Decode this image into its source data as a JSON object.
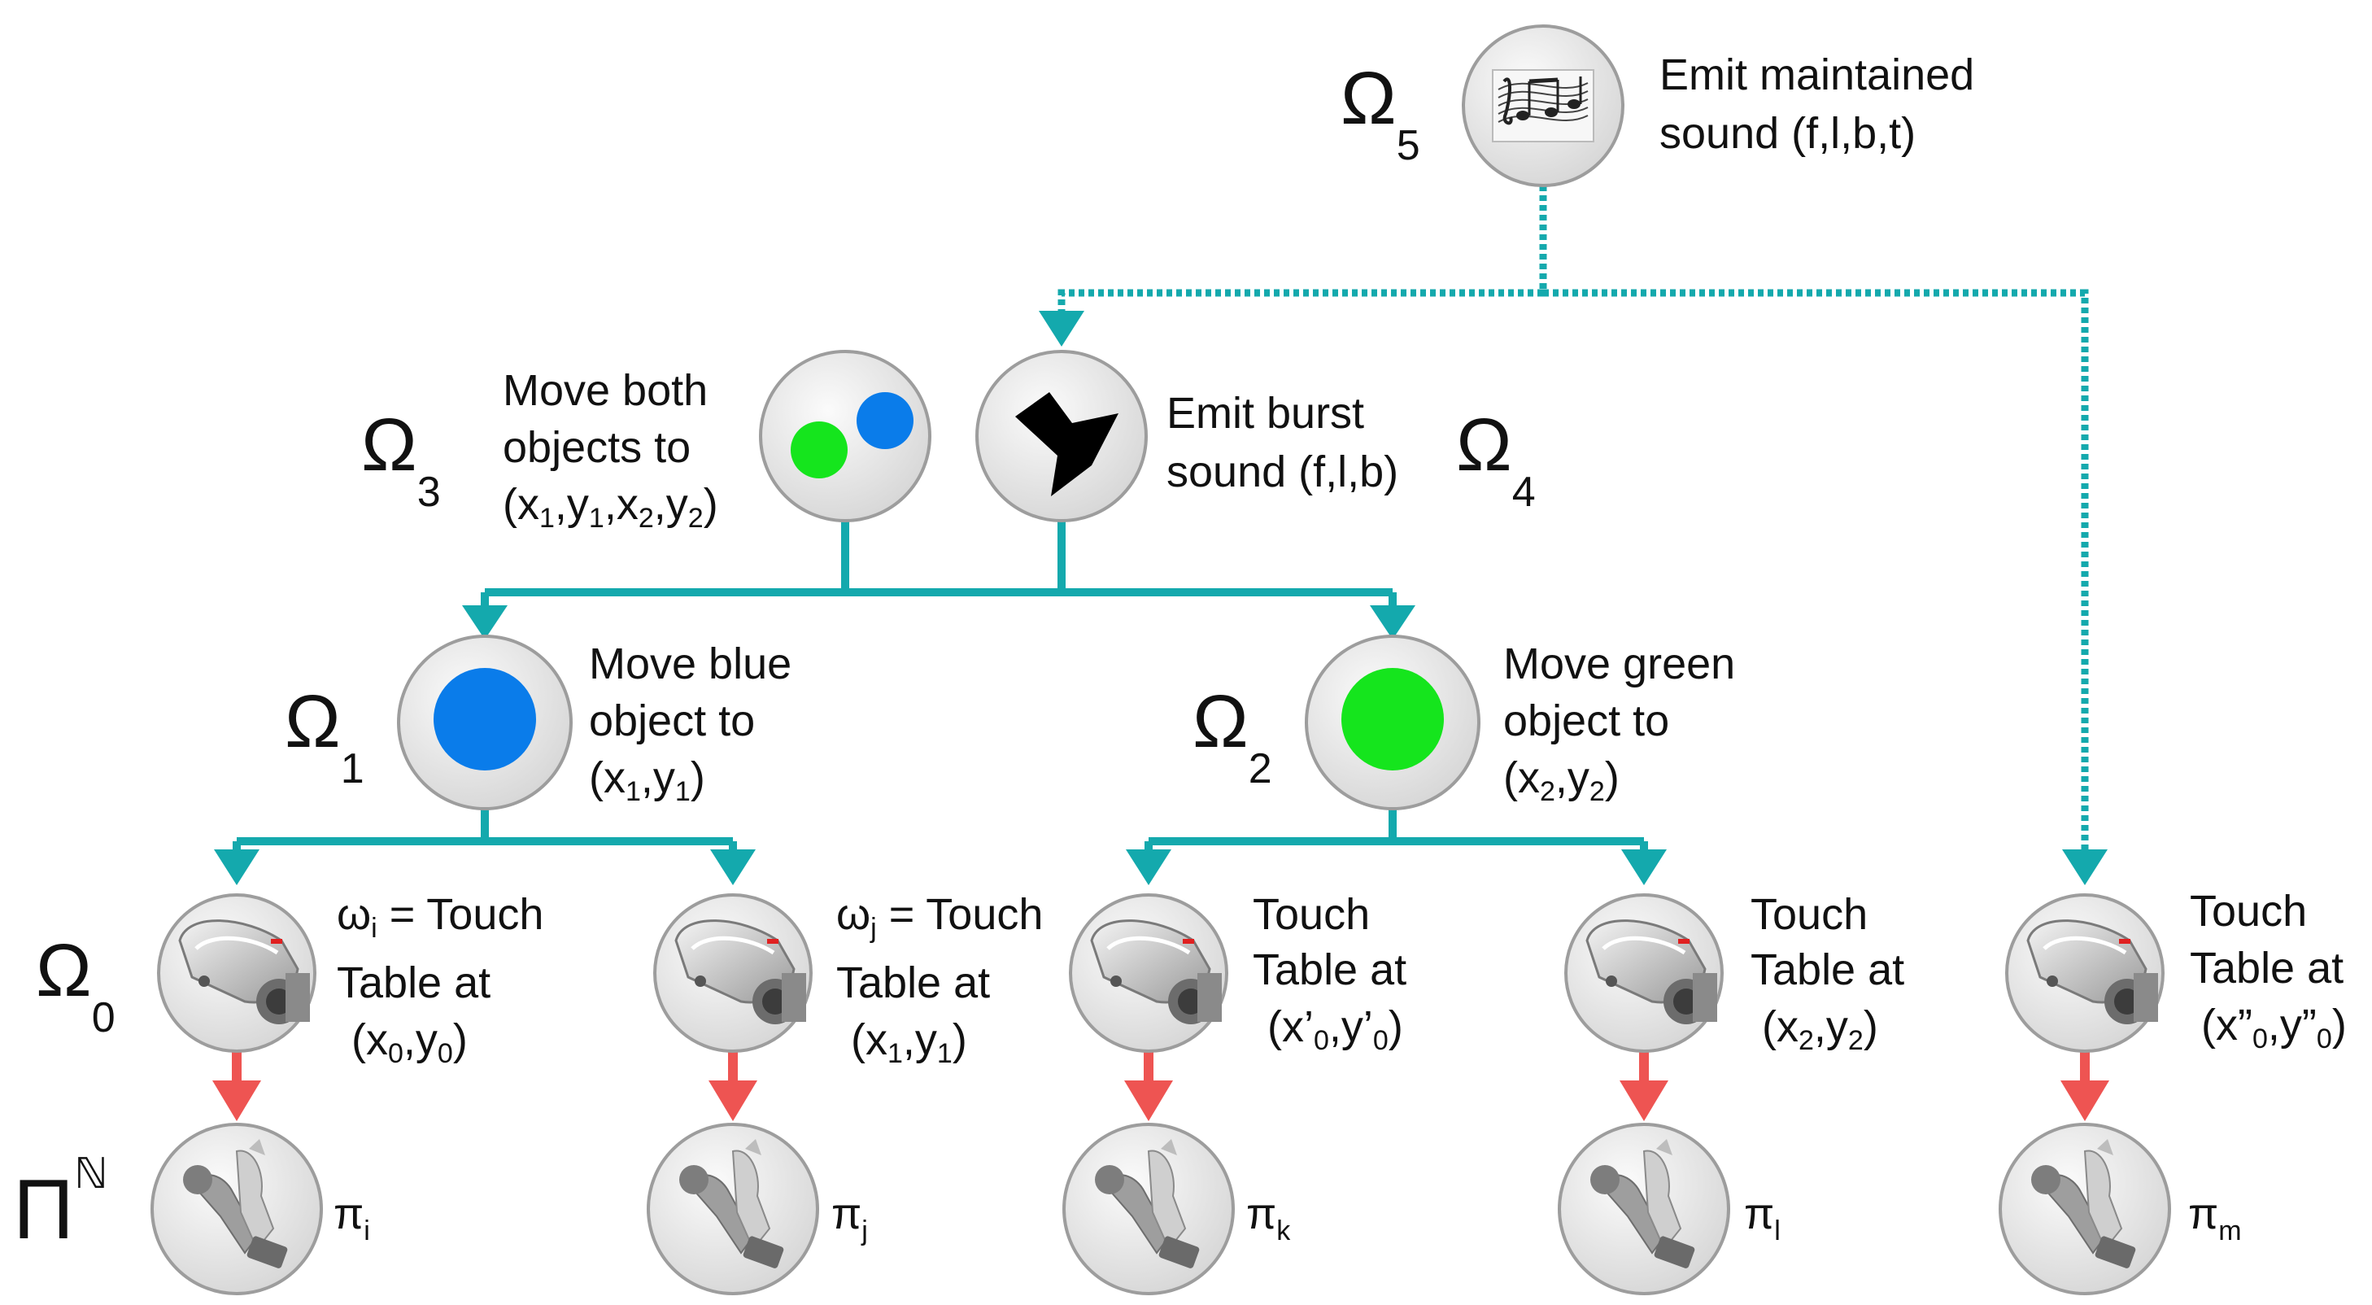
{
  "colors": {
    "teal": "#14a9ad",
    "red": "#ee5452",
    "blue_object": "#0a7cea",
    "green_object": "#15e51d",
    "circle_fill": "#ececec",
    "circle_stroke": "#9d9d9d"
  },
  "levels": {
    "omega5": {
      "symbol": "Ω",
      "sub": "5"
    },
    "omega4": {
      "symbol": "Ω",
      "sub": "4"
    },
    "omega3": {
      "symbol": "Ω",
      "sub": "3"
    },
    "omega2": {
      "symbol": "Ω",
      "sub": "2"
    },
    "omega1": {
      "symbol": "Ω",
      "sub": "1"
    },
    "omega0": {
      "symbol": "Ω",
      "sub": "0"
    },
    "pi": {
      "symbol": "Π",
      "sup": "ℕ"
    }
  },
  "nodes": {
    "sound_maintained": {
      "icon": "music-notes-icon",
      "line1": "Emit maintained",
      "line2": "sound (f,l,b,t)"
    },
    "sound_burst": {
      "icon": "burst-star-icon",
      "line1": "Emit burst",
      "line2": "sound (f,l,b)"
    },
    "move_both": {
      "icon": "two-balls-icon",
      "line1": "Move both",
      "line2": "objects to",
      "line3": {
        "a": "(x",
        "s1": "1",
        "b": ",y",
        "s2": "1",
        "c": ",x",
        "s3": "2",
        "d": ",y",
        "s4": "2",
        "e": ")"
      }
    },
    "move_blue": {
      "icon": "blue-ball-icon",
      "line1": "Move blue",
      "line2": "object to",
      "line3": {
        "a": "(x",
        "s1": "1",
        "b": ",y",
        "s2": "1",
        "c": ")"
      }
    },
    "move_green": {
      "icon": "green-ball-icon",
      "line1": "Move green",
      "line2": "object to",
      "line3": {
        "a": "(x",
        "s1": "2",
        "b": ",y",
        "s2": "2",
        "c": ")"
      }
    },
    "touch_i": {
      "icon": "robot-hand-icon",
      "line1": {
        "w": "ω",
        "ws": "i",
        "t": " = Touch"
      },
      "line2": "Table at",
      "line3": {
        "a": "(x",
        "s1": "0",
        "b": ",y",
        "s2": "0",
        "c": ")"
      }
    },
    "touch_j": {
      "icon": "robot-hand-icon",
      "line1": {
        "w": "ω",
        "ws": "j",
        "t": " = Touch"
      },
      "line2": "Table at",
      "line3": {
        "a": "(x",
        "s1": "1",
        "b": ",y",
        "s2": "1",
        "c": ")"
      }
    },
    "touch_k": {
      "icon": "robot-hand-icon",
      "line1": "Touch",
      "line2": "Table at",
      "line3": {
        "a": "(x’",
        "s1": "0",
        "b": ",y’",
        "s2": "0",
        "c": ")"
      }
    },
    "touch_l": {
      "icon": "robot-hand-icon",
      "line1": "Touch",
      "line2": "Table at",
      "line3": {
        "a": "(x",
        "s1": "2",
        "b": ",y",
        "s2": "2",
        "c": ")"
      }
    },
    "touch_m": {
      "icon": "robot-hand-icon",
      "line1": "Touch",
      "line2": "Table at",
      "line3": {
        "a": "(x”",
        "s1": "0",
        "b": ",y”",
        "s2": "0",
        "c": ")"
      }
    }
  },
  "primitives": [
    {
      "icon": "robot-arm-icon",
      "symbol": "π",
      "sub": "i"
    },
    {
      "icon": "robot-arm-icon",
      "symbol": "π",
      "sub": "j"
    },
    {
      "icon": "robot-arm-icon",
      "symbol": "π",
      "sub": "k"
    },
    {
      "icon": "robot-arm-icon",
      "symbol": "π",
      "sub": "l"
    },
    {
      "icon": "robot-arm-icon",
      "symbol": "π",
      "sub": "m"
    }
  ]
}
